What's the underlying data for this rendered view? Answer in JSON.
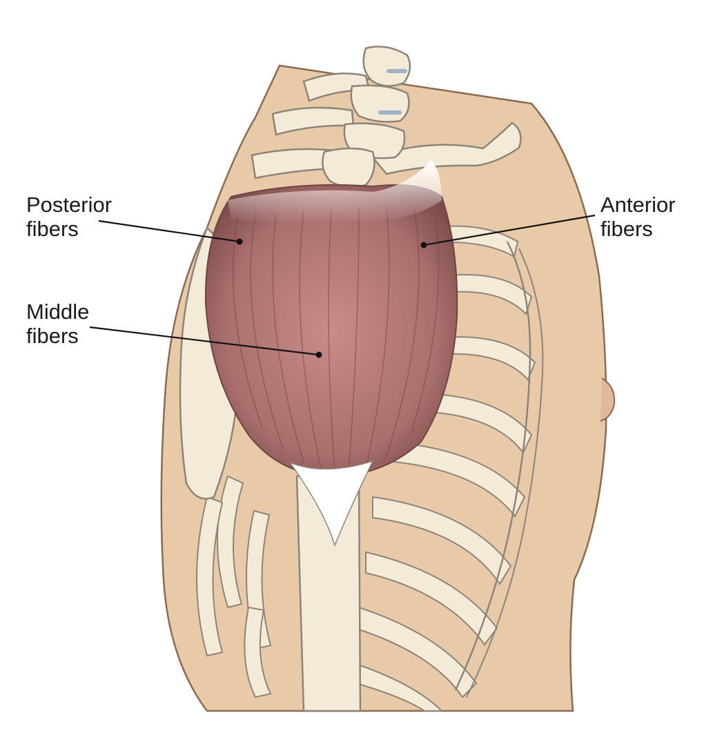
{
  "labels": {
    "posterior": [
      "Posterior",
      "fibers"
    ],
    "anterior": [
      "Anterior",
      "fibers"
    ],
    "middle": [
      "Middle",
      "fibers"
    ]
  },
  "colors": {
    "skin": "#e8c9a8",
    "skin_outline": "#8a6a50",
    "bone": "#f3ead8",
    "bone_outline": "#8c8478",
    "muscle": "#b87a78",
    "muscle_dark": "#8f5756",
    "tendon": "#ffffff",
    "leader_line": "#111111"
  }
}
